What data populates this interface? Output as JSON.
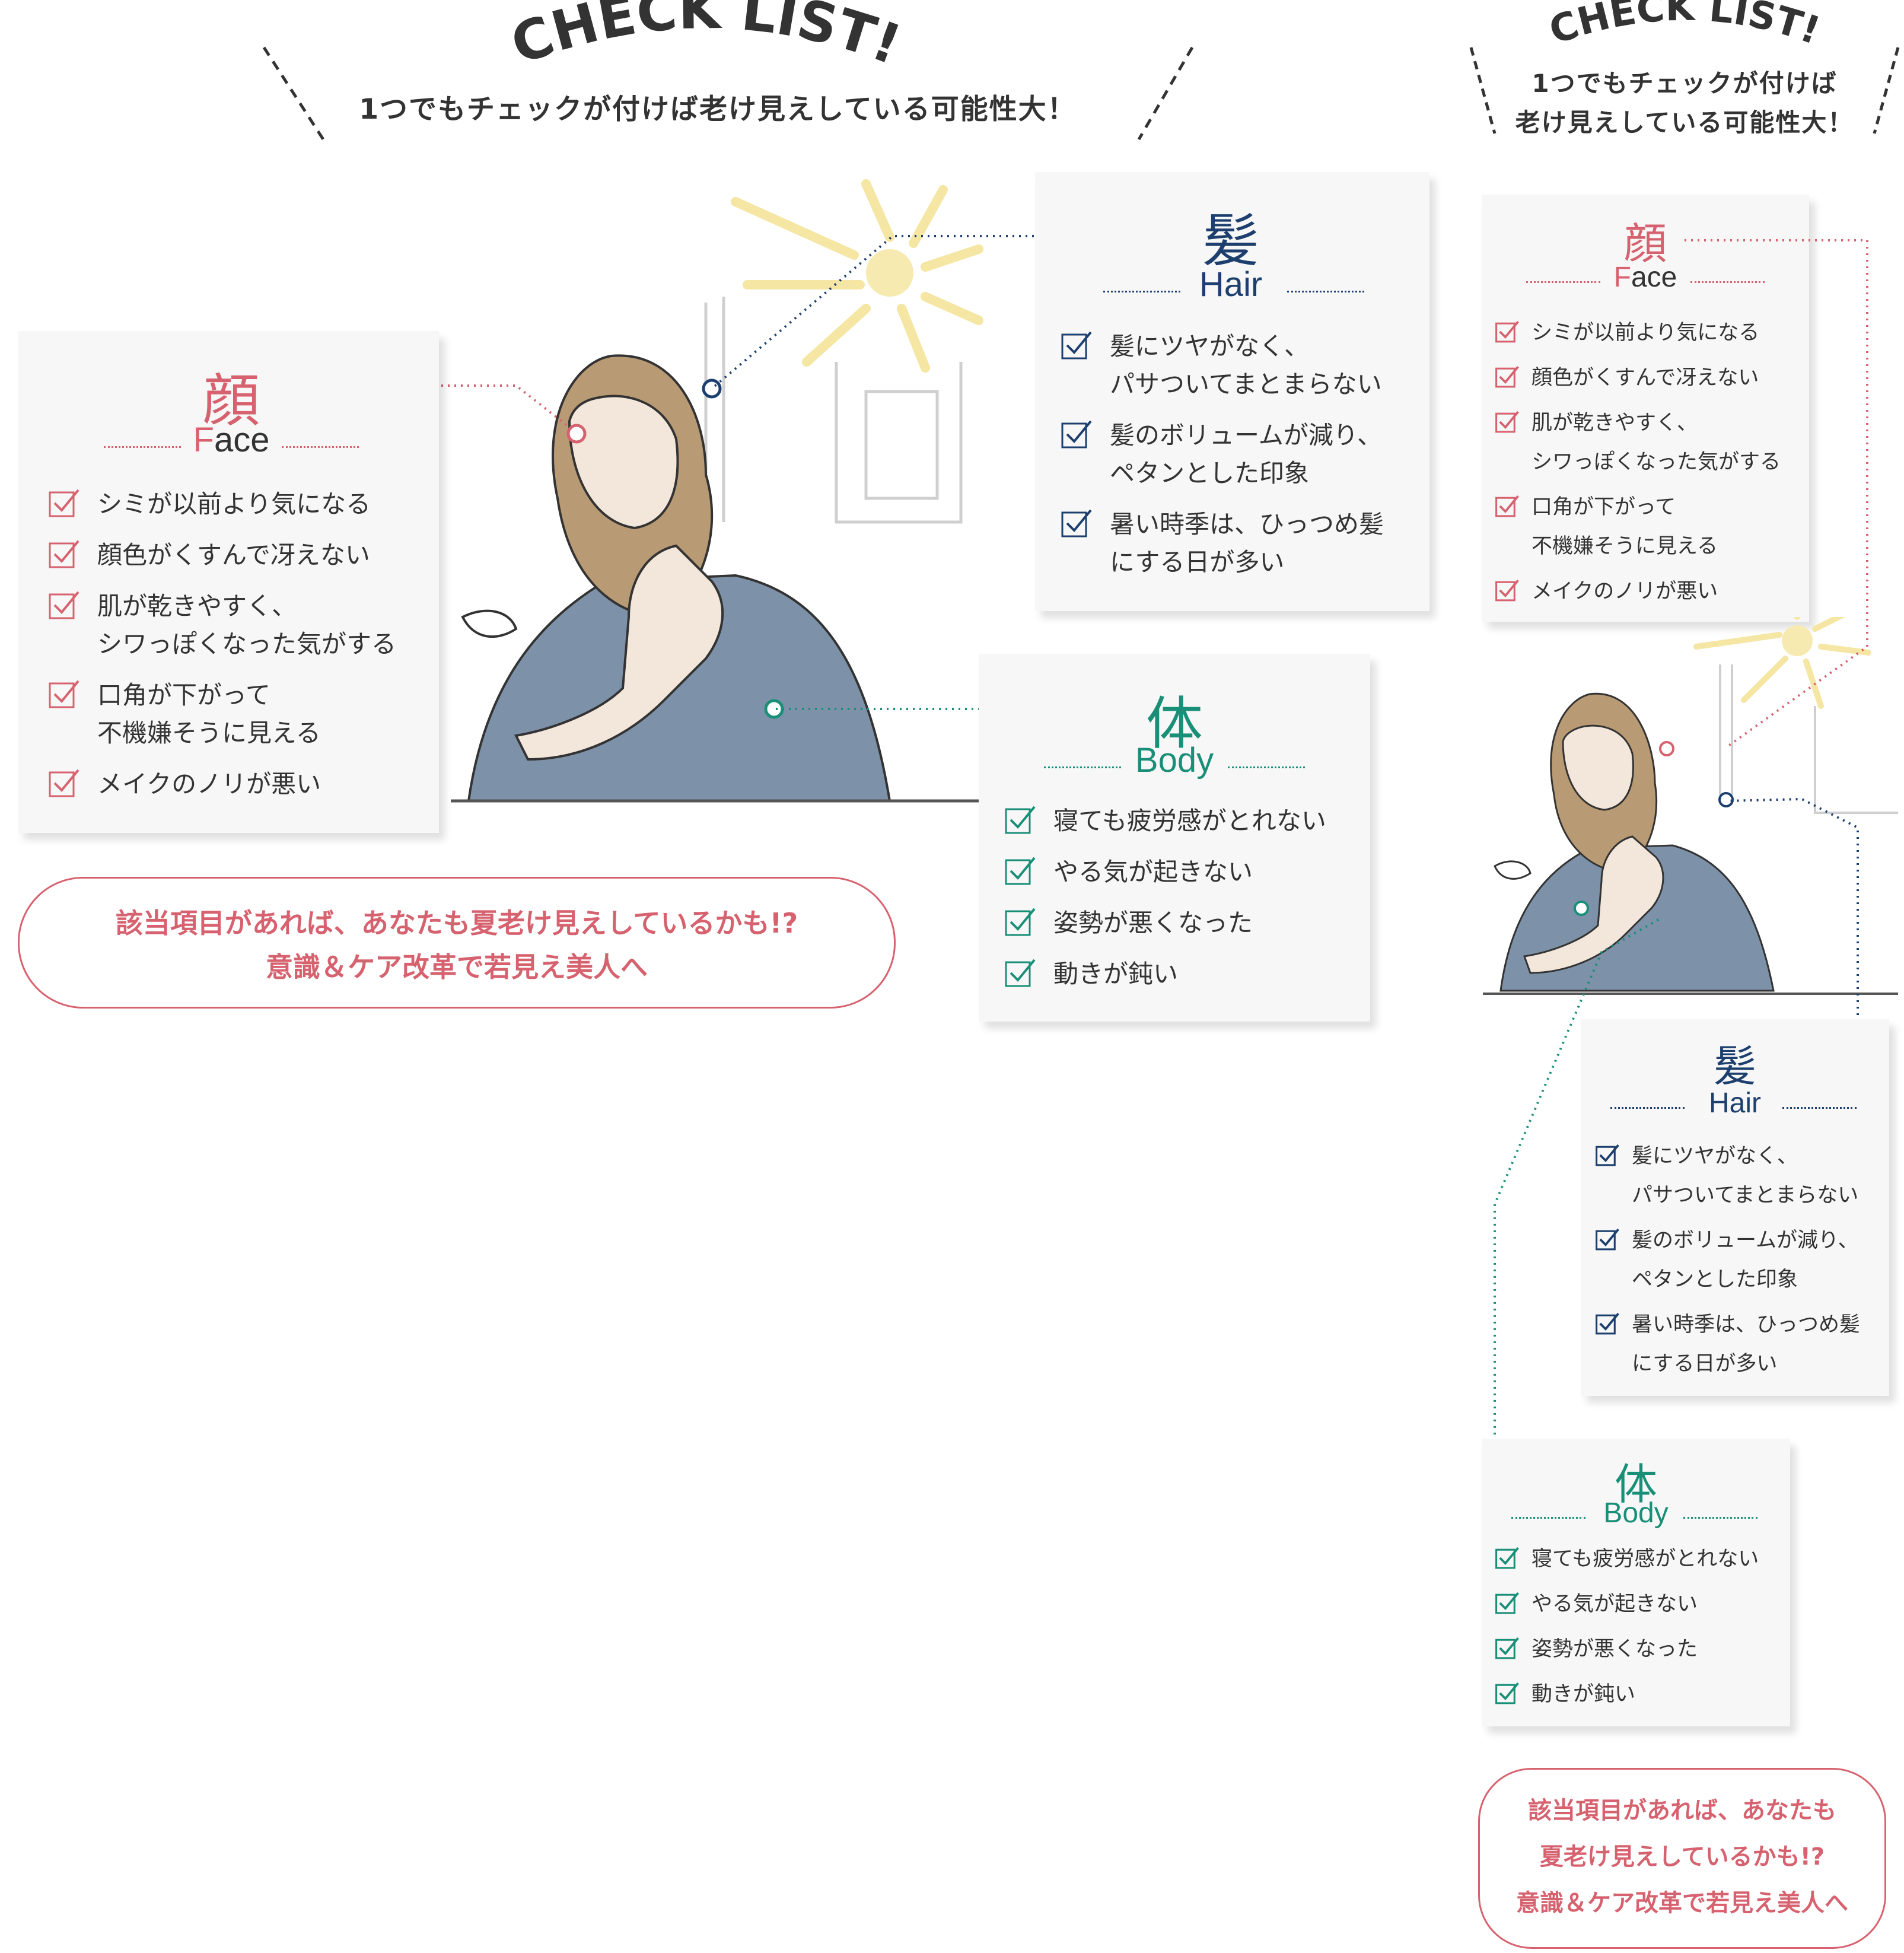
{
  "colors": {
    "face": "#d7626f",
    "hair": "#1d3f6e",
    "body": "#1a8f78",
    "text": "#333333"
  },
  "wide": {
    "title": "CHECK LIST!",
    "subtitle": "1つでもチェックが付けば老け見えしている可能性大！",
    "face": {
      "kanji": "顔",
      "first": "F",
      "rest": "ace",
      "items": [
        "シミが以前より気になる",
        "顔色がくすんで冴えない",
        "肌が乾きやすく、\nシワっぽくなった気がする",
        "口角が下がって\n不機嫌そうに見える",
        "メイクのノリが悪い"
      ]
    },
    "hair": {
      "kanji": "髪",
      "first": "H",
      "rest": "air",
      "items": [
        "髪にツヤがなく、\nパサついてまとまらない",
        "髪のボリュームが減り、\nペタンとした印象",
        "暑い時季は、ひっつめ髪\nにする日が多い"
      ]
    },
    "body": {
      "kanji": "体",
      "first": "B",
      "rest": "ody",
      "items": [
        "寝ても疲労感がとれない",
        "やる気が起きない",
        "姿勢が悪くなった",
        "動きが鈍い"
      ]
    },
    "message": "該当項目があれば、あなたも夏老け見えしているかも!?\n意識＆ケア改革で若見え美人へ"
  },
  "narrow": {
    "title": "CHECK LIST!",
    "subtitle": "1つでもチェックが付けば\n老け見えしている可能性大！",
    "face": {
      "kanji": "顔",
      "first": "F",
      "rest": "ace",
      "items": [
        "シミが以前より気になる",
        "顔色がくすんで冴えない",
        "肌が乾きやすく、\nシワっぽくなった気がする",
        "口角が下がって\n不機嫌そうに見える",
        "メイクのノリが悪い"
      ]
    },
    "hair": {
      "kanji": "髪",
      "first": "H",
      "rest": "air",
      "items": [
        "髪にツヤがなく、\nパサついてまとまらない",
        "髪のボリュームが減り、\nペタンとした印象",
        "暑い時季は、ひっつめ髪\nにする日が多い"
      ]
    },
    "body": {
      "kanji": "体",
      "first": "B",
      "rest": "ody",
      "items": [
        "寝ても疲労感がとれない",
        "やる気が起きない",
        "姿勢が悪くなった",
        "動きが鈍い"
      ]
    },
    "message": "該当項目があれば、あなたも\n夏老け見えしているかも!?\n意識＆ケア改革で若見え美人へ"
  }
}
